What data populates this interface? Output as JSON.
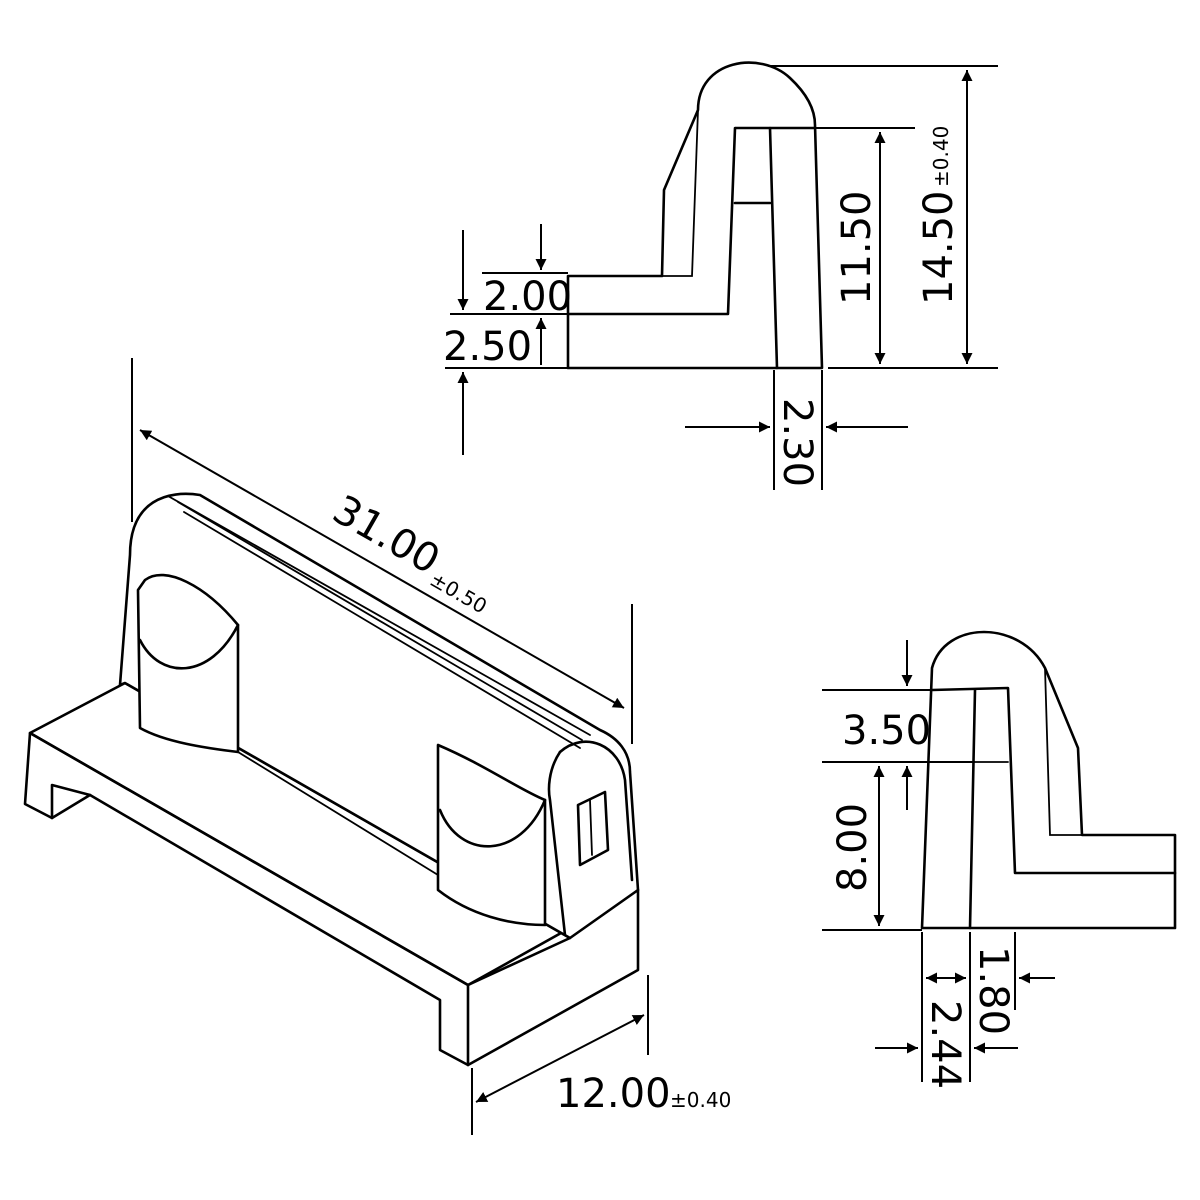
{
  "colors": {
    "line": "#000000",
    "background": "#ffffff"
  },
  "isometric": {
    "length": {
      "value": "31.00",
      "tolerance": "±0.50"
    },
    "depth": {
      "value": "12.00",
      "tolerance": "±0.40"
    }
  },
  "side_view_top": {
    "height_total": {
      "value": "14.50",
      "tolerance": "±0.40"
    },
    "inner_height": {
      "value": "11.50"
    },
    "step_upper": {
      "value": "2.00"
    },
    "step_lower": {
      "value": "2.50"
    },
    "wall_thickness": {
      "value": "2.30"
    }
  },
  "side_view_bottom": {
    "top_gap": {
      "value": "3.50"
    },
    "inner_height": {
      "value": "8.00"
    },
    "inner_width": {
      "value": "1.80"
    },
    "outer_width": {
      "value": "2.44"
    }
  }
}
